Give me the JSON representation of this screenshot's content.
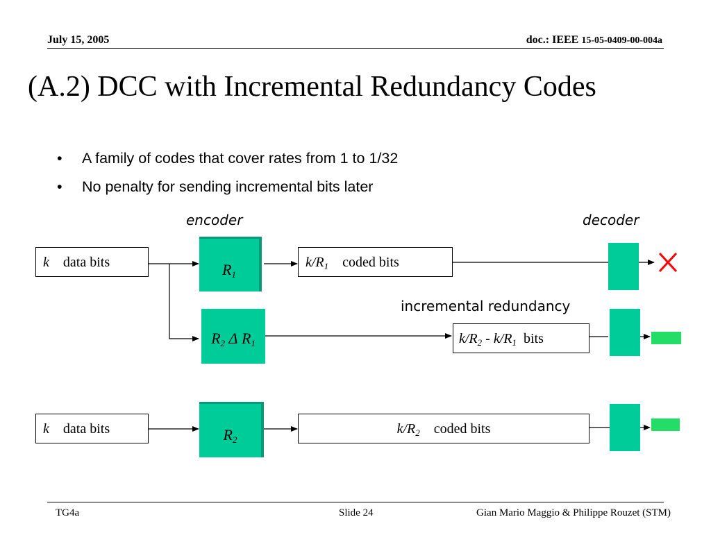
{
  "header": {
    "date": "July 15, 2005",
    "doc_prefix": "doc.: IEEE ",
    "doc_number": "15-05-0409-00-004a"
  },
  "title": "(A.2)  DCC with Incremental Redundancy Codes",
  "bullets": [
    "A family of codes that cover rates from 1 to 1/32",
    "No penalty for sending incremental bits later"
  ],
  "diagram": {
    "encoder_label": "encoder",
    "decoder_label": "decoder",
    "incremental_label": "incremental redundancy",
    "row1": {
      "input_k": "k",
      "input_text": "data bits",
      "encoder": {
        "base": "R",
        "sub": "1"
      },
      "output": {
        "k": "k/R",
        "sub": "1",
        "text": "coded bits"
      }
    },
    "row2": {
      "encoder": {
        "a": "R",
        "a_sub": "2",
        "op": "Δ",
        "b": "R",
        "b_sub": "1"
      },
      "output": {
        "k1": "k/R",
        "sub1": "2",
        "minus": " - ",
        "k2": "k/R",
        "sub2": "1",
        "text": "bits"
      }
    },
    "row3": {
      "input_k": "k",
      "input_text": "data bits",
      "encoder": {
        "base": "R",
        "sub": "2"
      },
      "output": {
        "k": "k/R",
        "sub": "2",
        "text": "coded bits"
      }
    },
    "colors": {
      "block": "#00cc99",
      "fail": "#ff0000",
      "success": "#22dd66"
    },
    "status_icons": [
      "fail-x-icon",
      "success-bar-icon",
      "success-bar-icon"
    ]
  },
  "footer": {
    "left": "TG4a",
    "center": "Slide 24",
    "right": "Gian Mario Maggio & Philippe Rouzet (STM)"
  }
}
